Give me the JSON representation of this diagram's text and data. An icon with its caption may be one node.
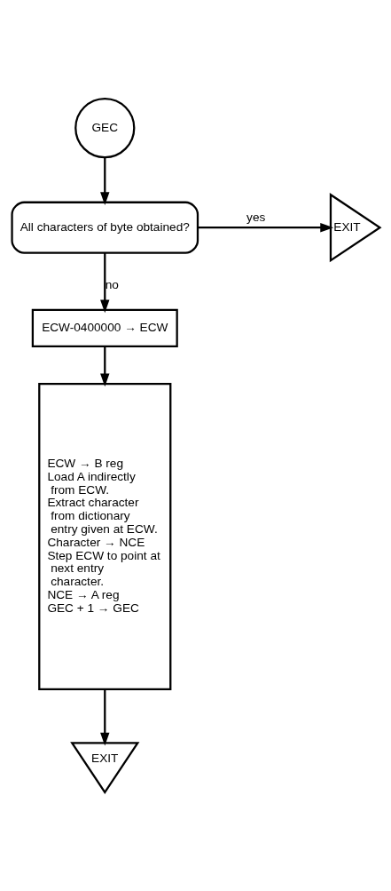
{
  "diagram": {
    "nodes": [
      {
        "text": [
          "GEC"
        ]
      },
      {
        "text": [
          "All characters of byte obtained?"
        ]
      },
      {
        "text": [
          "EXIT"
        ]
      },
      {
        "text": [
          "ECW-0400000 → ECW"
        ]
      },
      {
        "text": [
          "ECW → B reg",
          "Load A indirectly from ECW.",
          "Extract character from dictionary entry given at ECW.",
          "Character → NCE",
          "Step ECW to point at next entry character.",
          "NCE → A reg",
          "GEC + 1 → GEC"
        ]
      },
      {
        "text": [
          "EXIT"
        ]
      }
    ],
    "edges": [
      {
        "from": 0,
        "to": 1,
        "arrow": "to"
      },
      {
        "from": 1,
        "to": 2,
        "arrow": "to",
        "label": "yes"
      },
      {
        "from": 1,
        "to": 3,
        "arrow": "to",
        "label": "no"
      },
      {
        "from": 3,
        "to": 4,
        "arrow": "to"
      },
      {
        "from": 4,
        "to": 5,
        "arrow": "to"
      }
    ]
  }
}
